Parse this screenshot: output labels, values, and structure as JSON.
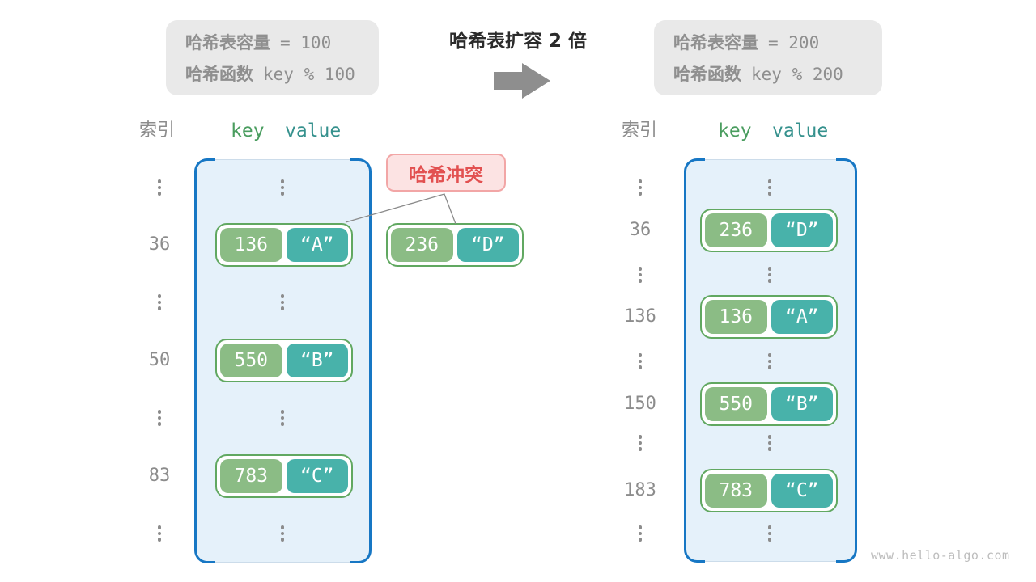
{
  "palette": {
    "container_fill": "#e5f1fa",
    "container_bracket": "#1777c4",
    "pair_border": "#61a861",
    "key_fill": "#8bbc85",
    "value_fill": "#48b2aa",
    "conflict_fill": "#fce3e3",
    "conflict_border": "#f2a6a6",
    "conflict_text": "#e25050",
    "muted_text": "#8c8c8c",
    "infobox_fill": "#e9e9e9",
    "title_text": "#2b2b2b",
    "key_header_text": "#4a9d5f",
    "value_header_text": "#35918d",
    "arrow_fill": "#8e8e8e",
    "watermark_text": "#bdbdbd"
  },
  "header": {
    "before_box": {
      "capacity_label": "哈希表容量",
      "capacity_value": "= 100",
      "hash_label": "哈希函数",
      "hash_value": "key % 100"
    },
    "transition_title": "哈希表扩容 2 倍",
    "after_box": {
      "capacity_label": "哈希表容量",
      "capacity_value": "= 200",
      "hash_label": "哈希函数",
      "hash_value": "key % 200"
    }
  },
  "left_table": {
    "index_header": "索引",
    "key_header": "key",
    "value_header": "value",
    "indices": [
      "36",
      "50",
      "83"
    ],
    "pairs": [
      {
        "key": "136",
        "value": "“A”"
      },
      {
        "key": "550",
        "value": "“B”"
      },
      {
        "key": "783",
        "value": "“C”"
      }
    ]
  },
  "right_table": {
    "index_header": "索引",
    "key_header": "key",
    "value_header": "value",
    "indices": [
      "36",
      "136",
      "150",
      "183"
    ],
    "pairs": [
      {
        "key": "236",
        "value": "“D”"
      },
      {
        "key": "136",
        "value": "“A”"
      },
      {
        "key": "550",
        "value": "“B”"
      },
      {
        "key": "783",
        "value": "“C”"
      }
    ]
  },
  "conflict": {
    "label": "哈希冲突",
    "pair": {
      "key": "236",
      "value": "“D”"
    }
  },
  "watermark": "www.hello-algo.com"
}
